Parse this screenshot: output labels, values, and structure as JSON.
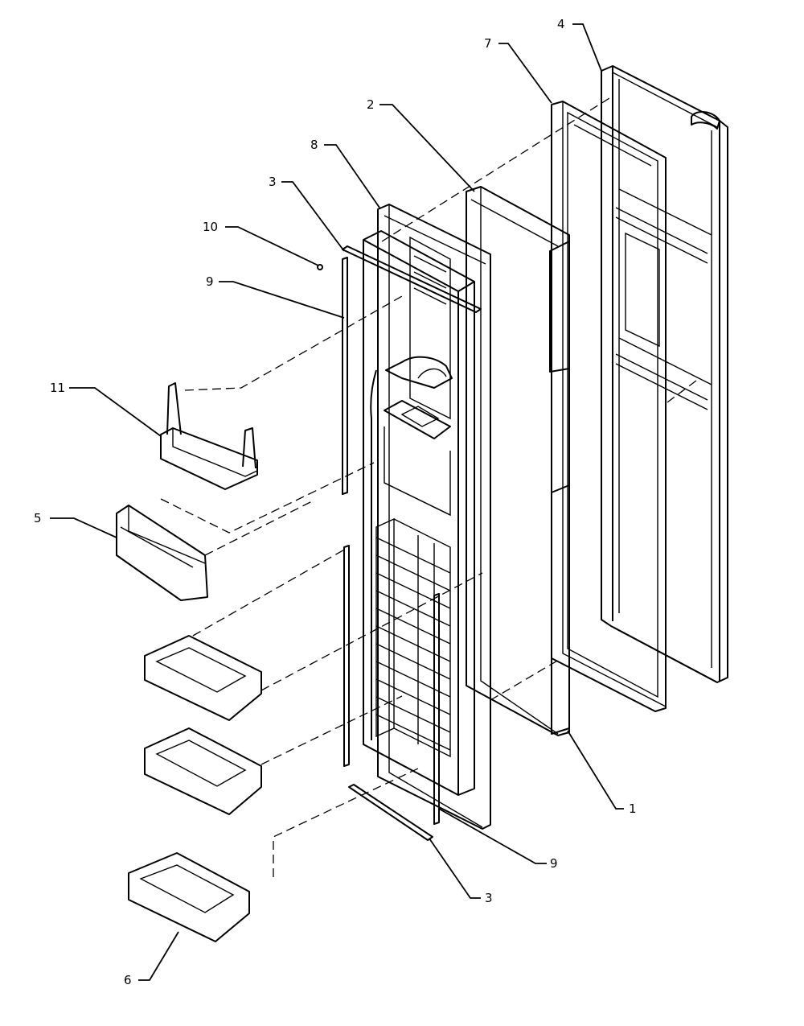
{
  "diagram": {
    "callouts": [
      {
        "id": "c4a",
        "label": "4"
      },
      {
        "id": "c7",
        "label": "7"
      },
      {
        "id": "c2",
        "label": "2"
      },
      {
        "id": "c8",
        "label": "8"
      },
      {
        "id": "c3a",
        "label": "3"
      },
      {
        "id": "c10",
        "label": "10"
      },
      {
        "id": "c9a",
        "label": "9"
      },
      {
        "id": "c11",
        "label": "11"
      },
      {
        "id": "c5",
        "label": "5"
      },
      {
        "id": "c1",
        "label": "1"
      },
      {
        "id": "c9b",
        "label": "9"
      },
      {
        "id": "c3b",
        "label": "3"
      },
      {
        "id": "c6",
        "label": "6"
      }
    ]
  }
}
